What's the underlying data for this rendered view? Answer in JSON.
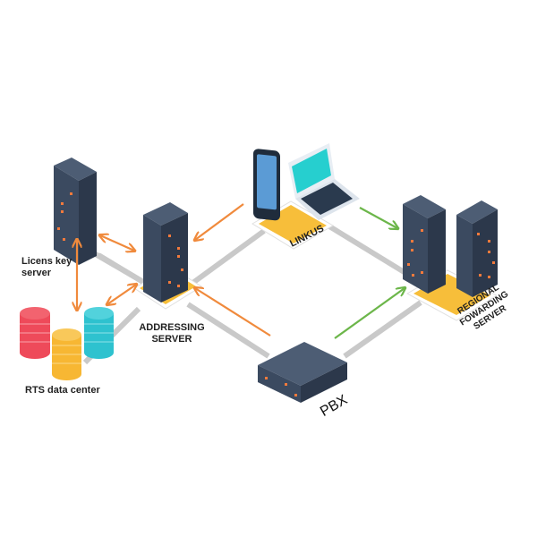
{
  "diagram": {
    "nodes": {
      "license_server": {
        "label": "Licens key\nserver",
        "icon": "server-tower-icon"
      },
      "rts_data_center": {
        "label": "RTS data center",
        "icon": "database-stack-icon"
      },
      "addressing_server": {
        "label": "ADDRESSING\nSERVER",
        "icon": "server-tower-icon"
      },
      "linkus": {
        "label": "LINKUS",
        "icon": "phone-laptop-icon"
      },
      "regional_forwarding_server": {
        "label": "REGIONAL\nFOWARDING\nSERVER",
        "icon": "twin-server-icon"
      },
      "pbx": {
        "label": "PBX",
        "icon": "pbx-box-icon"
      }
    },
    "edges": [
      {
        "from": "license_server",
        "to": "addressing_server",
        "style": "bidirectional",
        "color": "orange"
      },
      {
        "from": "license_server",
        "to": "rts_data_center",
        "style": "bidirectional",
        "color": "orange"
      },
      {
        "from": "rts_data_center",
        "to": "addressing_server",
        "style": "bidirectional",
        "color": "orange"
      },
      {
        "from": "linkus",
        "to": "addressing_server",
        "style": "arrow",
        "color": "orange"
      },
      {
        "from": "pbx",
        "to": "addressing_server",
        "style": "arrow",
        "color": "orange"
      },
      {
        "from": "linkus",
        "to": "regional_forwarding_server",
        "style": "arrow",
        "color": "green"
      },
      {
        "from": "pbx",
        "to": "regional_forwarding_server",
        "style": "arrow",
        "color": "green"
      }
    ],
    "colors": {
      "orange_arrow": "#f08a3c",
      "green_arrow": "#6cb64a",
      "connector_gray": "#c8c8c8",
      "server_dark": "#3b4a60",
      "server_side": "#2c384b",
      "server_top": "#4d5d74",
      "chip_yellow": "#f7be3a",
      "db_red": "#ee4a5a",
      "db_yellow": "#f7b733",
      "db_teal": "#2ec2cf",
      "laptop_screen": "#26cfcf",
      "phone_screen": "#5b9bd5",
      "led_orange": "#f27a3c"
    }
  }
}
